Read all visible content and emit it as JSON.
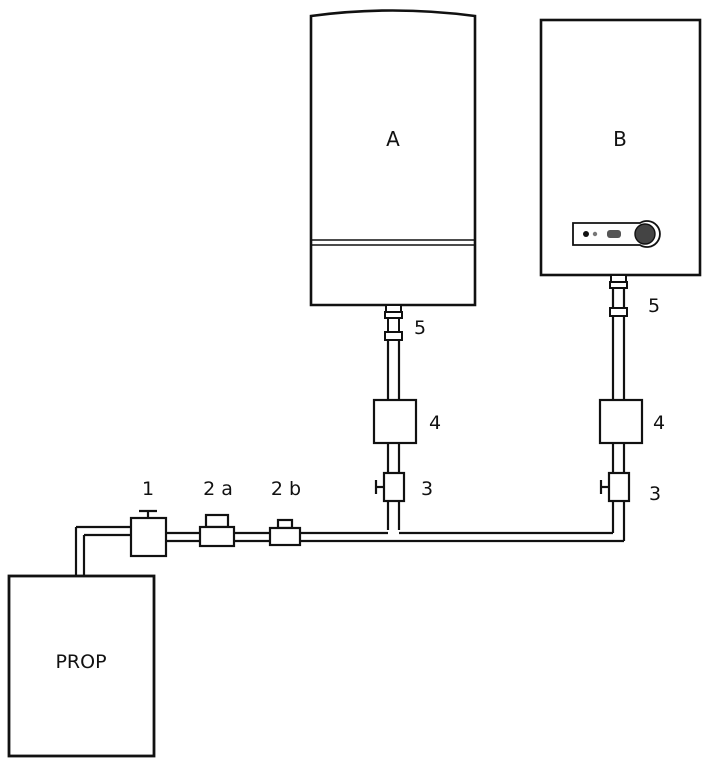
{
  "colors": {
    "line": "#111111",
    "background": "#ffffff"
  },
  "labels": {
    "boiler_a": "A",
    "boiler_b": "B",
    "tank": "PROP",
    "valve_main": "1",
    "part_2a": "2 a",
    "part_2b": "2 b",
    "valve_a": "3",
    "valve_b": "3",
    "filter_a": "4",
    "filter_b": "4",
    "connector_a": "5",
    "connector_b": "5"
  }
}
